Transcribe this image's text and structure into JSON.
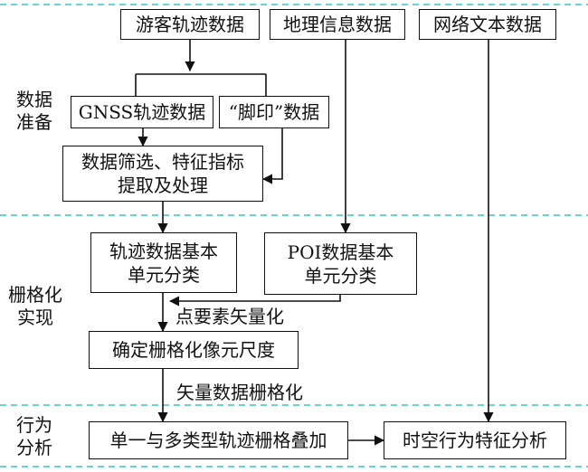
{
  "boxes": {
    "tourist_trajectory": "游客轨迹数据",
    "geo_info": "地理信息数据",
    "web_text": "网络文本数据",
    "gnss": "GNSS轨迹数据",
    "footprint": "“脚印”数据",
    "filter_line1": "数据筛选、特征指标",
    "filter_line2": "提取及处理",
    "traj_unit_line1": "轨迹数据基本",
    "traj_unit_line2": "单元分类",
    "poi_unit_line1": "POI数据基本",
    "poi_unit_line2": "单元分类",
    "cell_size": "确定栅格化像元尺度",
    "overlay": "单一与多类型轨迹栅格叠加",
    "analysis": "时空行为特征分析"
  },
  "sections": {
    "prep_line1": "数据",
    "prep_line2": "准备",
    "raster_line1": "栅格化",
    "raster_line2": "实现",
    "behavior_line1": "行为",
    "behavior_line2": "分析"
  },
  "edge_labels": {
    "point_vector": "点要素矢量化",
    "vector_raster": "矢量数据栅格化"
  },
  "colors": {
    "divider": "#3fc4c0",
    "line": "#111111"
  }
}
